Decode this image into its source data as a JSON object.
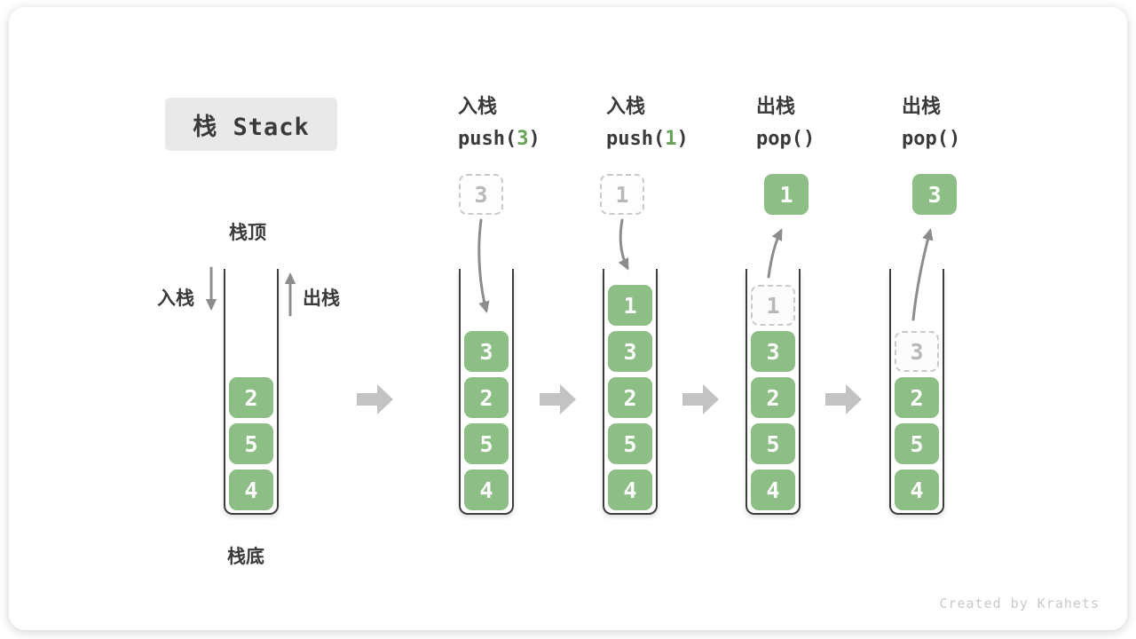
{
  "title": "栈 Stack",
  "footer_credit": "Created by Krahets",
  "legend": {
    "stack_top": "栈顶",
    "stack_bottom": "栈底",
    "push_side": "入栈",
    "pop_side": "出栈"
  },
  "colors": {
    "cell_green": "#8dbe85",
    "code_number_green": "#67a257",
    "arrow_gray": "#8c8c8c",
    "block_arrow_gray": "#c3c3c3",
    "label_dark": "#3a3a3a",
    "ghost_gray": "#b8b8b8",
    "title_bg": "#e9e9e9"
  },
  "stages": [
    {
      "stack": [
        "2",
        "5",
        "4"
      ]
    },
    {
      "op_name": "入栈",
      "code_prefix": "push(",
      "code_arg": "3",
      "code_suffix": ")",
      "incoming": "3",
      "stack": [
        "3",
        "2",
        "5",
        "4"
      ]
    },
    {
      "op_name": "入栈",
      "code_prefix": "push(",
      "code_arg": "1",
      "code_suffix": ")",
      "incoming": "1",
      "stack": [
        "1",
        "3",
        "2",
        "5",
        "4"
      ]
    },
    {
      "op_name": "出栈",
      "code_prefix": "pop(",
      "code_arg": "",
      "code_suffix": ")",
      "popped": "1",
      "ghost": "1",
      "stack": [
        "3",
        "2",
        "5",
        "4"
      ]
    },
    {
      "op_name": "出栈",
      "code_prefix": "pop(",
      "code_arg": "",
      "code_suffix": ")",
      "popped": "3",
      "ghost": "3",
      "stack": [
        "2",
        "5",
        "4"
      ]
    }
  ]
}
